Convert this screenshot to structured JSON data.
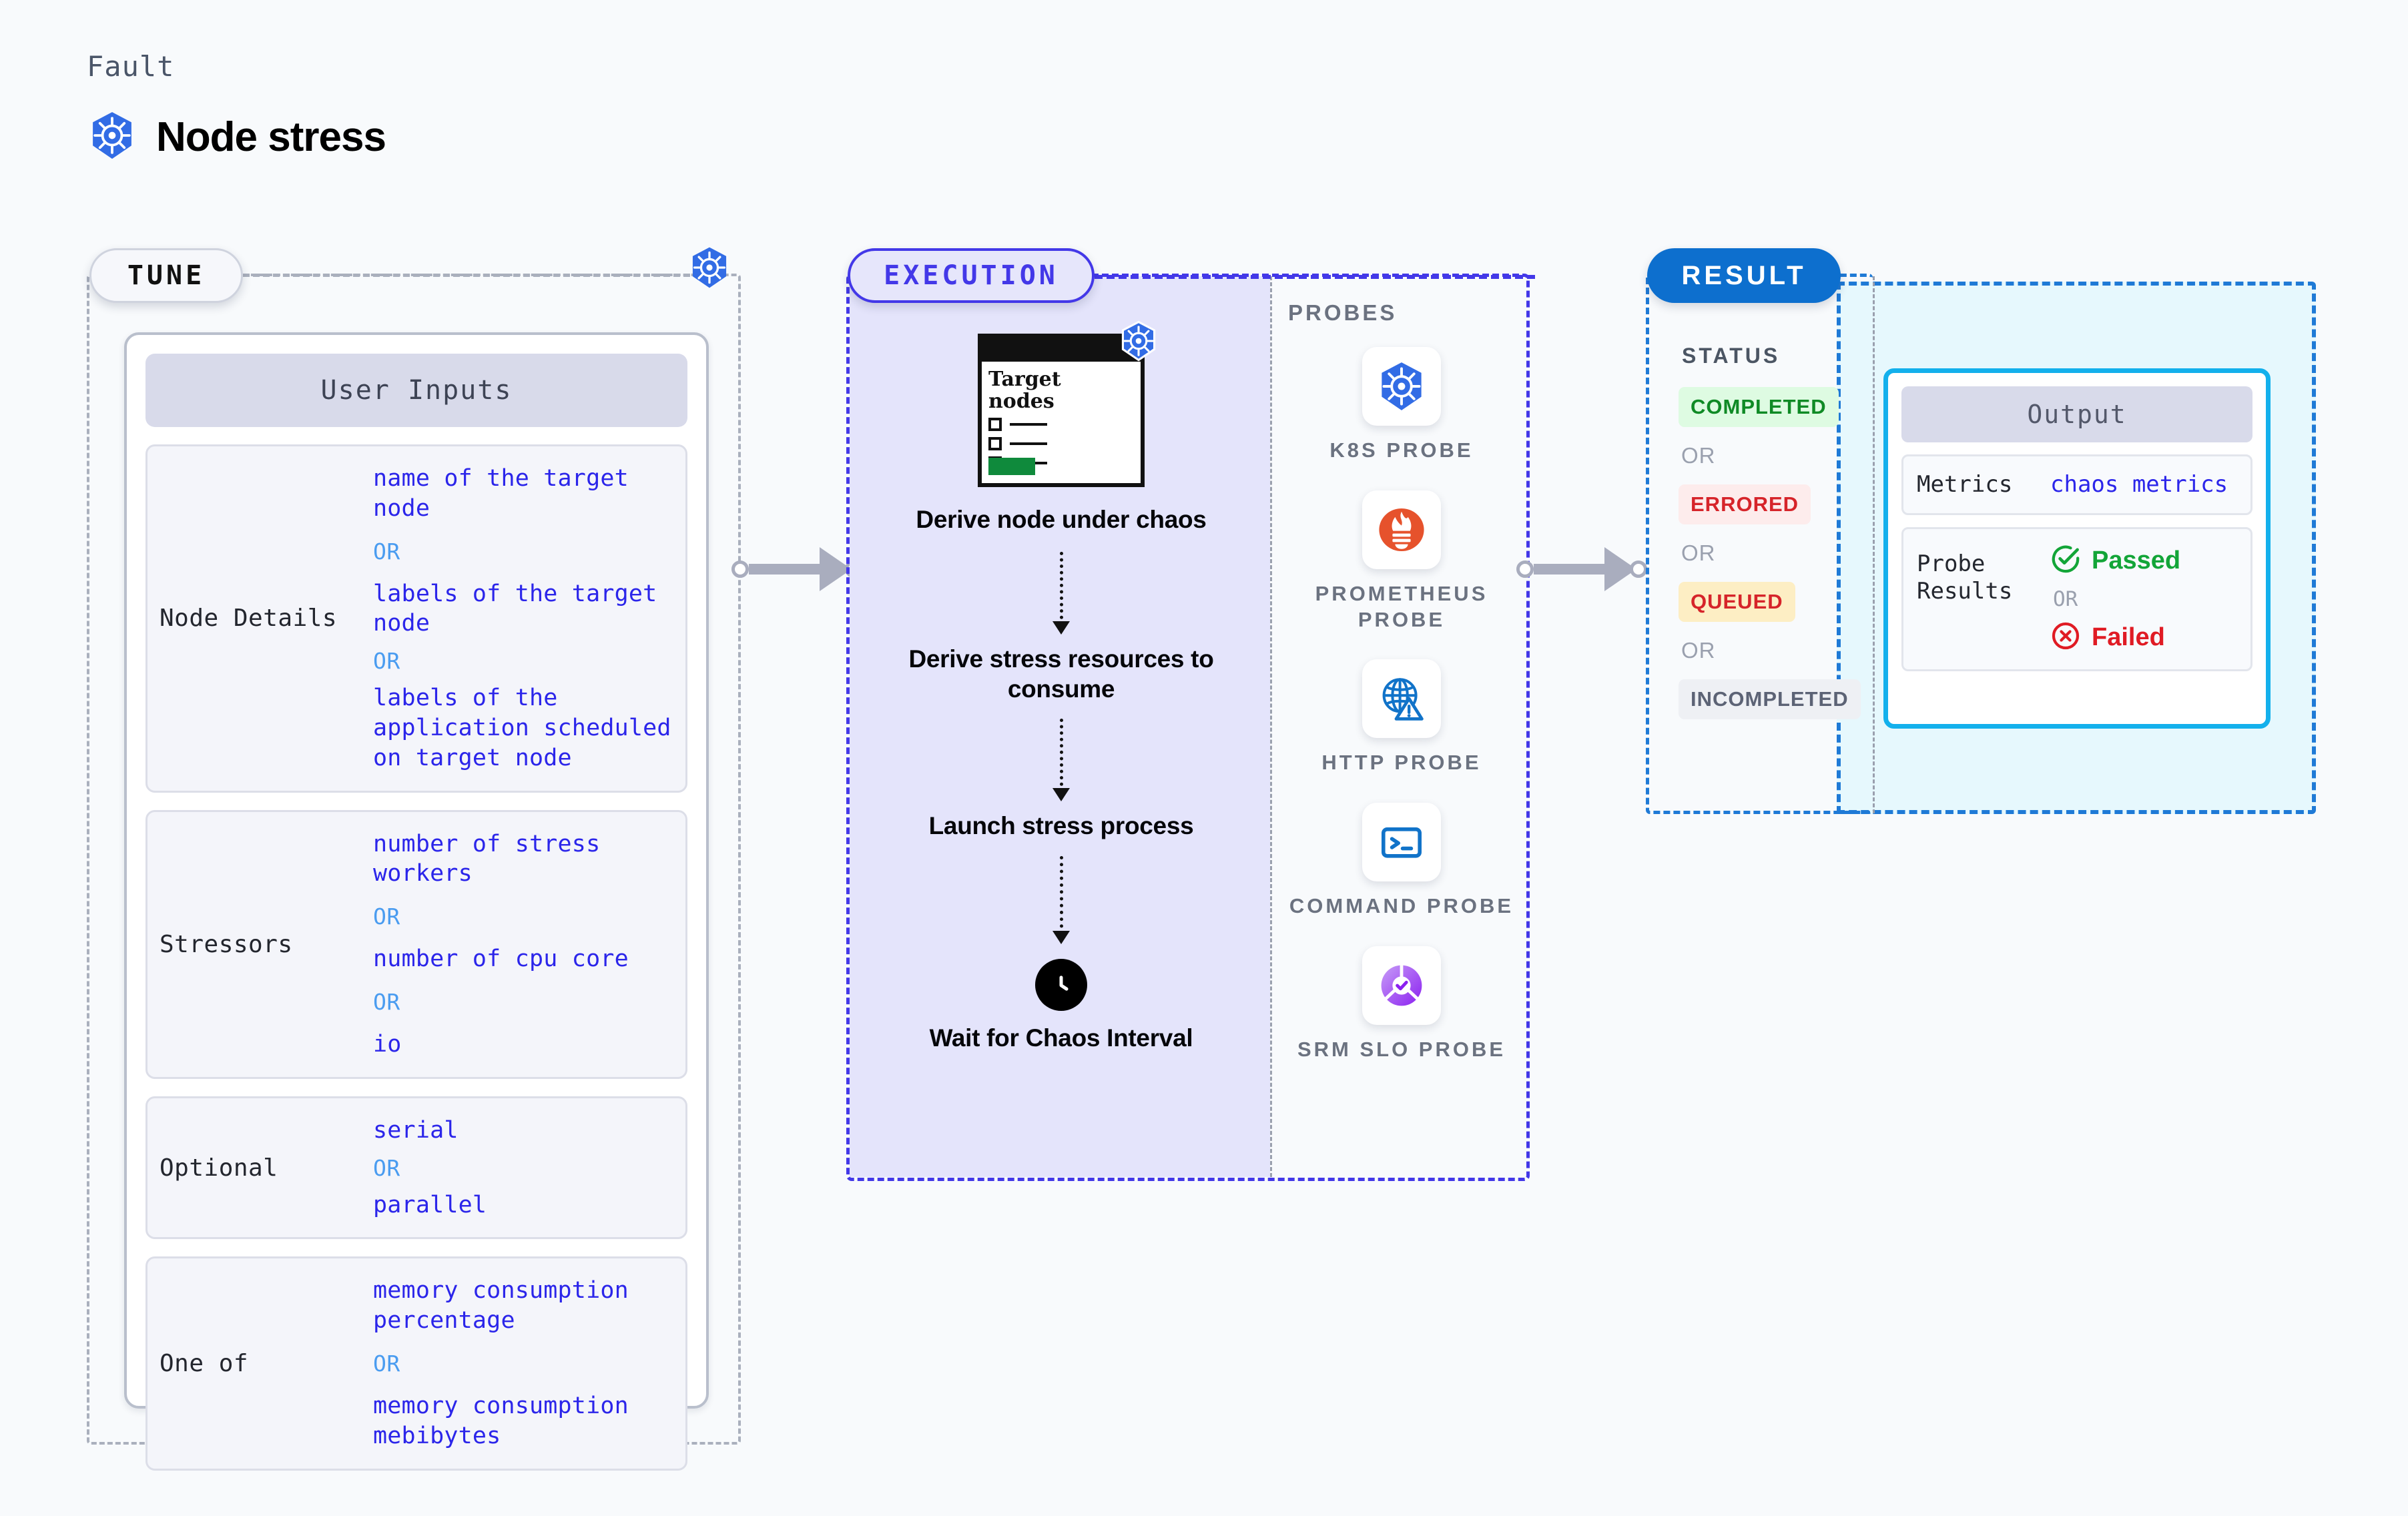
{
  "header": {
    "kicker": "Fault",
    "title": "Node stress",
    "icon": "kubernetes-icon"
  },
  "tune": {
    "chip_label": "TUNE",
    "badge_icon": "kubernetes-icon",
    "card_title": "User Inputs",
    "groups": [
      {
        "label": "Node Details",
        "items": [
          {
            "type": "value",
            "text": "name of the target node"
          },
          {
            "type": "or",
            "text": "OR"
          },
          {
            "type": "value",
            "text": "labels of the target node"
          },
          {
            "type": "or",
            "text": "OR"
          },
          {
            "type": "value",
            "text": "labels of the application  scheduled on target node"
          }
        ]
      },
      {
        "label": "Stressors",
        "items": [
          {
            "type": "value",
            "text": "number of stress workers"
          },
          {
            "type": "or",
            "text": "OR"
          },
          {
            "type": "value",
            "text": "number of cpu core"
          },
          {
            "type": "or",
            "text": "OR"
          },
          {
            "type": "value",
            "text": "io"
          }
        ]
      },
      {
        "label": "Optional",
        "items": [
          {
            "type": "value",
            "text": "serial"
          },
          {
            "type": "or",
            "text": "OR"
          },
          {
            "type": "value",
            "text": "parallel"
          }
        ]
      },
      {
        "label": "One of",
        "items": [
          {
            "type": "value",
            "text": "memory consumption percentage"
          },
          {
            "type": "or",
            "text": "OR"
          },
          {
            "type": "value",
            "text": "memory consumption mebibytes"
          }
        ]
      }
    ]
  },
  "execution": {
    "chip_label": "EXECUTION",
    "flow": {
      "card": {
        "title": "Target nodes",
        "badge_icon": "kubernetes-icon",
        "checkbox_rows": 3
      },
      "steps": [
        {
          "caption": "Derive node under chaos",
          "icon": "target-nodes-card-icon"
        },
        {
          "caption": "Derive stress resources to consume",
          "icon": ""
        },
        {
          "caption": "Launch stress process",
          "icon": ""
        },
        {
          "caption": "Wait for Chaos Interval",
          "icon": "clock-icon"
        }
      ]
    },
    "probes_title": "PROBES",
    "probes": [
      {
        "name": "K8S PROBE",
        "icon": "kubernetes-icon"
      },
      {
        "name": "PROMETHEUS PROBE",
        "icon": "prometheus-icon"
      },
      {
        "name": "HTTP PROBE",
        "icon": "globe-warning-icon"
      },
      {
        "name": "COMMAND PROBE",
        "icon": "terminal-icon"
      },
      {
        "name": "SRM SLO PROBE",
        "icon": "slo-donut-check-icon"
      }
    ]
  },
  "result": {
    "chip_label": "RESULT",
    "status_title": "STATUS",
    "statuses": [
      {
        "label": "COMPLETED",
        "bg": "#defbe2",
        "fg": "#0f8a25"
      },
      {
        "label": "ERRORED",
        "bg": "#fdecec",
        "fg": "#d6242a"
      },
      {
        "label": "QUEUED",
        "bg": "#fdeec4",
        "fg": "#d6242a"
      },
      {
        "label": "INCOMPLETED",
        "bg": "#eef0f4",
        "fg": "#5c6375"
      }
    ],
    "status_separator": "OR",
    "output": {
      "title": "Output",
      "metrics_label": "Metrics",
      "metrics_value": "chaos metrics",
      "probe_results_label": "Probe Results",
      "passed_label": "Passed",
      "failed_label": "Failed",
      "separator": "OR",
      "passed_icon": "check-circle-icon",
      "failed_icon": "x-circle-icon"
    }
  },
  "colors": {
    "kubernetes_blue": "#326ce5",
    "execution_purple": "#4338e8",
    "result_blue": "#0d6fce",
    "output_cyan": "#13b0ec",
    "value_blue": "#2b25ea",
    "or_blue": "#4a9cf0",
    "passed_green": "#13a538",
    "failed_red": "#e01b24"
  }
}
